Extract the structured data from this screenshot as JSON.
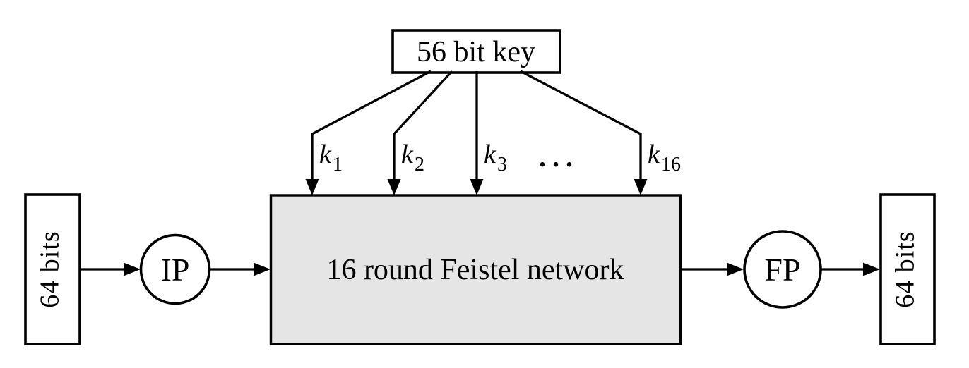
{
  "diagram": {
    "key_box": {
      "label": "56 bit key"
    },
    "subkeys": [
      {
        "base": "k",
        "sub": "1"
      },
      {
        "base": "k",
        "sub": "2"
      },
      {
        "base": "k",
        "sub": "3"
      },
      {
        "base": "k",
        "sub": "16"
      }
    ],
    "ellipsis": "...",
    "feistel_box": {
      "label": "16 round Feistel network"
    },
    "input_box": {
      "label": "64 bits"
    },
    "output_box": {
      "label": "64 bits"
    },
    "ip_node": {
      "label": "IP"
    },
    "fp_node": {
      "label": "FP"
    },
    "colors": {
      "stroke": "#000000",
      "feistel_fill": "#e5e5e5",
      "background": "#ffffff"
    }
  }
}
